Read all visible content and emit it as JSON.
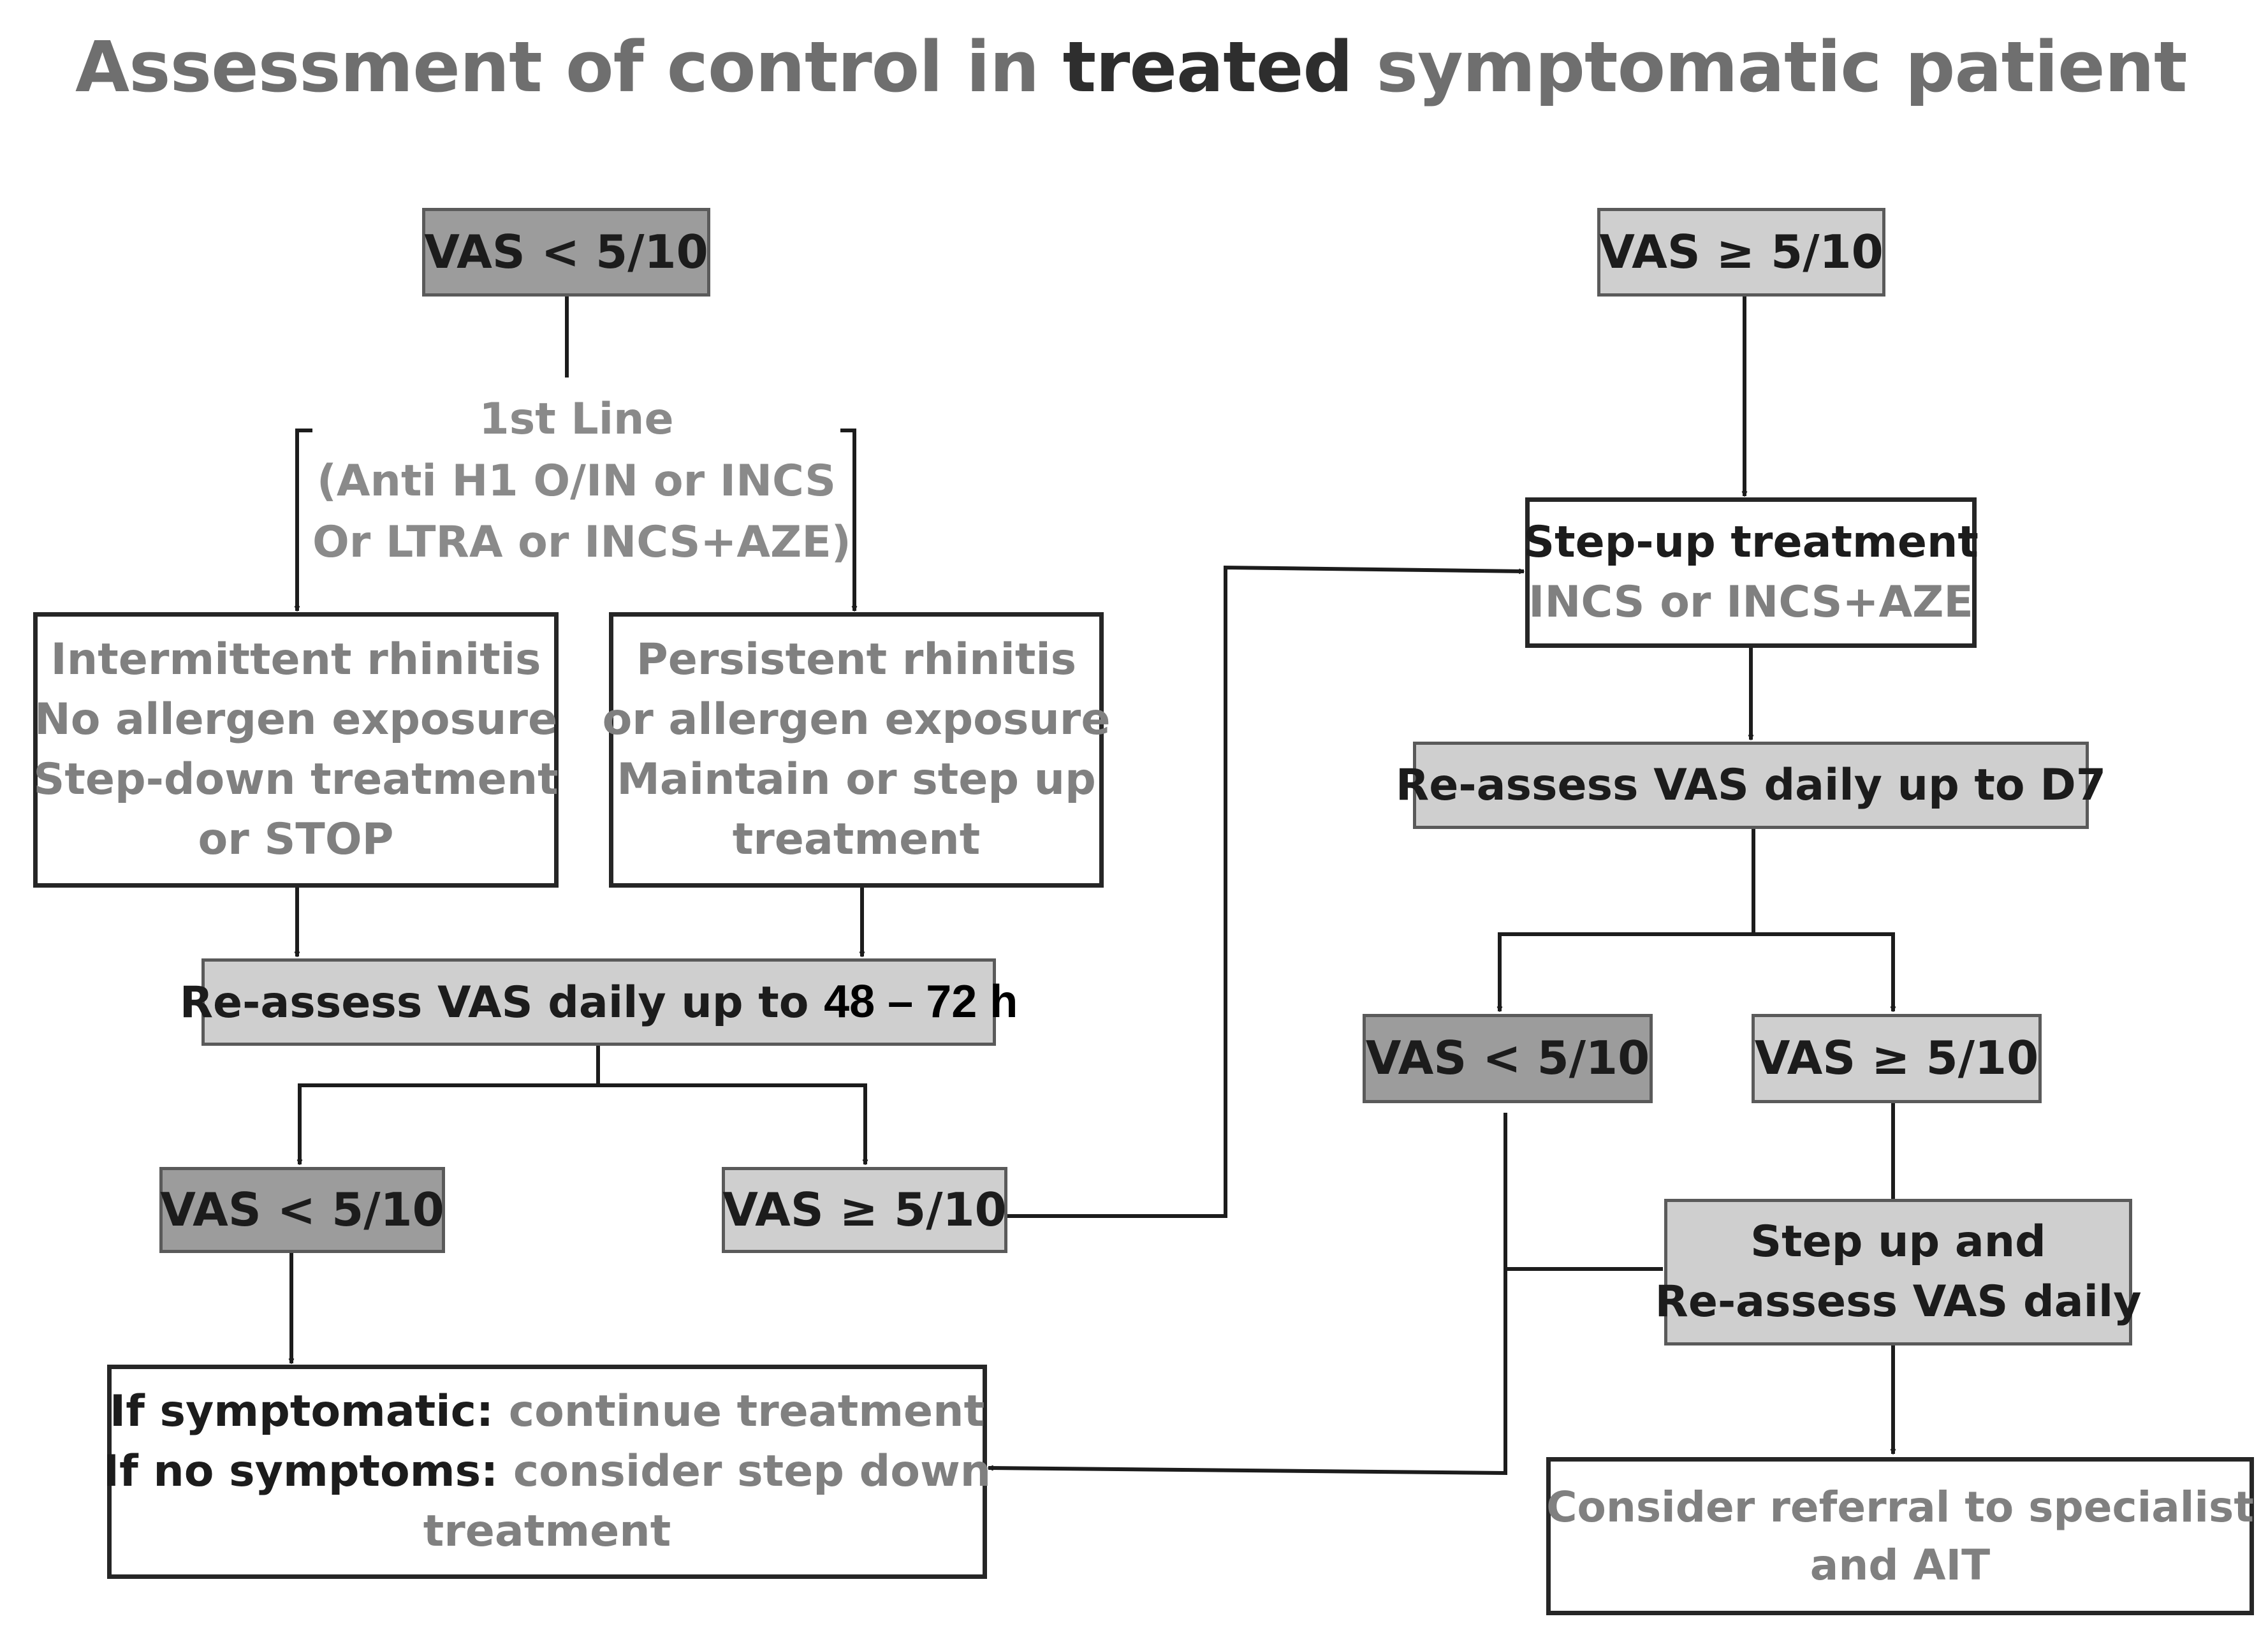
{
  "title": {
    "part1": "Assessment of control in ",
    "emphasis": "treated",
    "part2": " symptomatic patient"
  },
  "left": {
    "start": "VAS < 5/10",
    "first_line": [
      "1st Line",
      "(Anti H1 O/IN or INCS",
      "Or LTRA or  INCS+AZE)"
    ],
    "intermittent": [
      "Intermittent rhinitis",
      "No allergen exposure",
      "Step-down treatment",
      "or STOP"
    ],
    "persistent": [
      "Persistent rhinitis",
      "or allergen exposure",
      "Maintain or step up",
      "treatment"
    ],
    "reassess_prefix": "Re-assess VAS daily  up to ",
    "reassess_time": "48 – 72 h",
    "vas_low": "VAS < 5/10",
    "vas_high": "VAS ≥ 5/10",
    "outcome": {
      "line1_bold": "If symptomatic: ",
      "line1_grey": "continue treatment",
      "line2_bold": "If no symptoms: ",
      "line2_grey": "consider step down",
      "line3_grey": "treatment"
    }
  },
  "right": {
    "start": "VAS ≥ 5/10",
    "stepup_title": "Step-up treatment",
    "stepup_sub": "INCS or INCS+AZE",
    "reassess_d7": "Re-assess VAS daily up to D7",
    "vas_low": "VAS < 5/10",
    "vas_high": "VAS ≥ 5/10",
    "stepup_reassess": [
      "Step up and",
      "Re-assess VAS daily"
    ],
    "referral": [
      "Consider referral to specialist",
      "and AIT"
    ]
  },
  "colors": {
    "dark_box": "#9c9c9c",
    "light_box": "#cfcfcf",
    "grey_text": "#808080",
    "title_grey": "#6f6f6f"
  }
}
